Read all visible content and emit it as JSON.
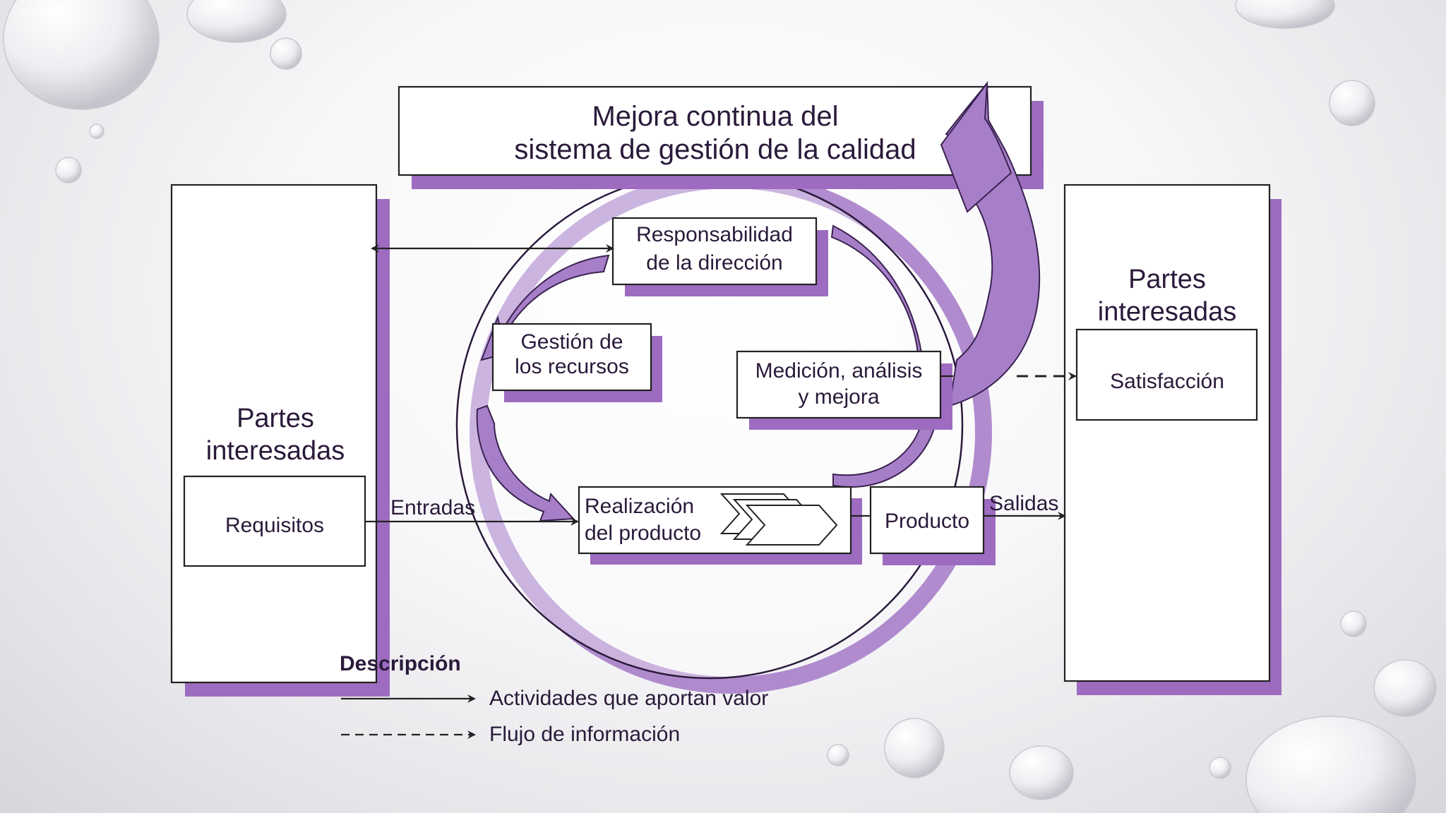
{
  "title": {
    "line1": "Mejora continua del",
    "line2": "sistema de gestión de la calidad"
  },
  "left_panel": {
    "heading_line1": "Partes",
    "heading_line2": "interesadas",
    "box_label": "Requisitos"
  },
  "right_panel": {
    "heading_line1": "Partes",
    "heading_line2": "interesadas",
    "box_label": "Satisfacción"
  },
  "process_boxes": {
    "responsabilidad_line1": "Responsabilidad",
    "responsabilidad_line2": "de la dirección",
    "gestion_line1": "Gestión de",
    "gestion_line2": "los recursos",
    "medicion_line1": "Medición, análisis",
    "medicion_line2": "y mejora",
    "realizacion_line1": "Realización",
    "realizacion_line2": "del producto",
    "producto": "Producto"
  },
  "flow_labels": {
    "entradas": "Entradas",
    "salidas": "Salidas"
  },
  "legend": {
    "title": "Descripción",
    "solid": "Actividades que aportan valor",
    "dashed": "Flujo de información"
  },
  "colors": {
    "accent": "#a77fc9",
    "shadow": "#9d6cc0",
    "text": "#2a1a3a"
  }
}
